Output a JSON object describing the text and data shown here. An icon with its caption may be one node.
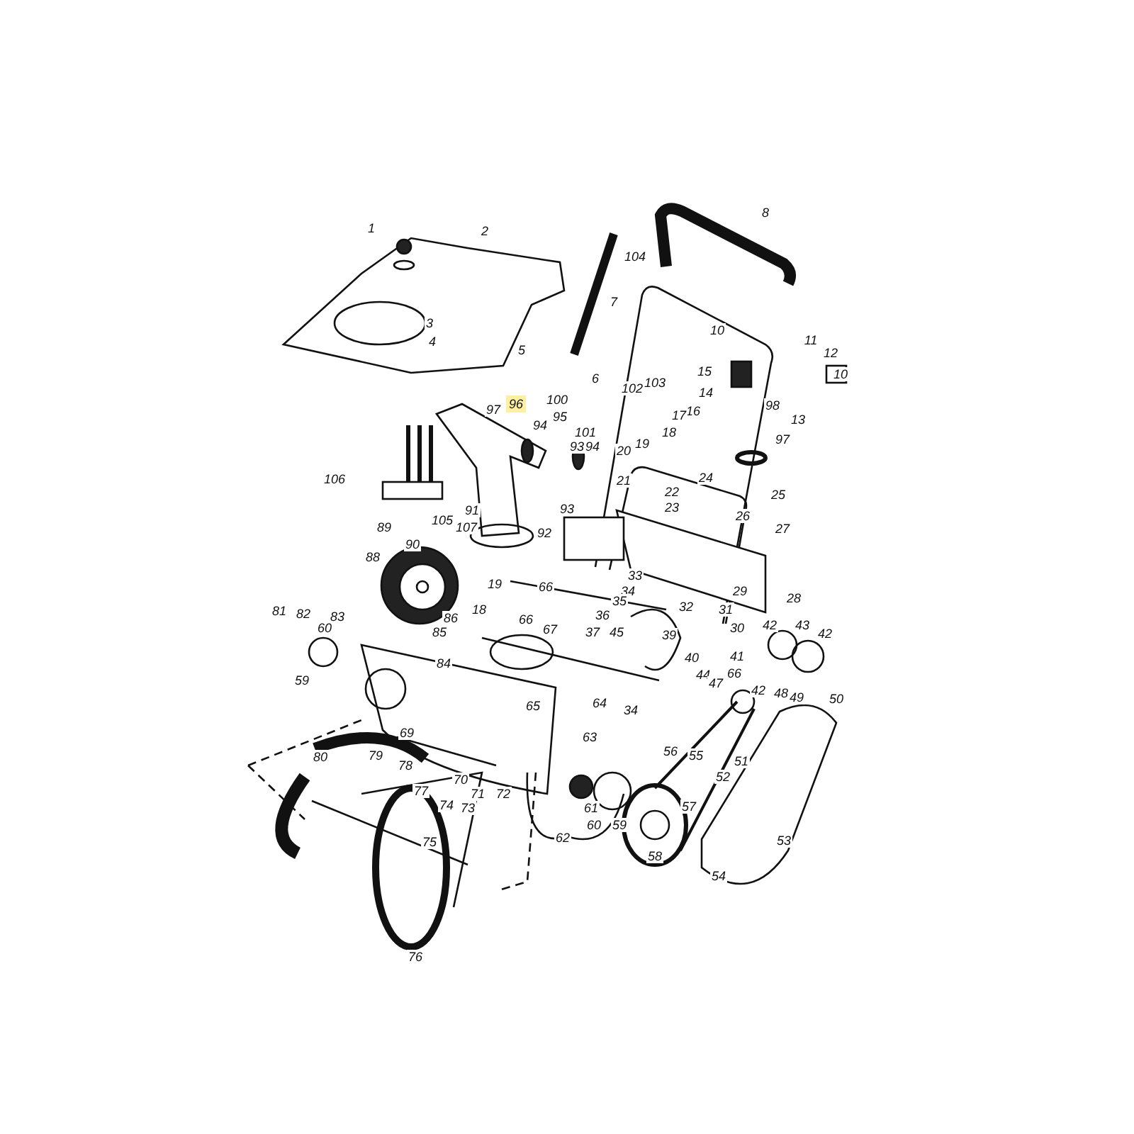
{
  "diagram": {
    "labels": [
      "1",
      "2",
      "104",
      "8",
      "7",
      "3",
      "10",
      "11",
      "4",
      "5",
      "12",
      "15",
      "10",
      "6",
      "103",
      "102",
      "14",
      "100",
      "96",
      "98",
      "97",
      "16",
      "95",
      "17",
      "94",
      "101",
      "93",
      "94",
      "13",
      "18",
      "97",
      "19",
      "20",
      "106",
      "21",
      "24",
      "22",
      "25",
      "23",
      "93",
      "91",
      "26",
      "89",
      "27",
      "105",
      "107",
      "92",
      "90",
      "88",
      "33",
      "19",
      "66",
      "34",
      "29",
      "28",
      "35",
      "32",
      "31",
      "18",
      "81",
      "82",
      "36",
      "83",
      "86",
      "66",
      "42",
      "43",
      "60",
      "30",
      "67",
      "85",
      "45",
      "37",
      "42",
      "39",
      "40",
      "41",
      "84",
      "44",
      "66",
      "59",
      "47",
      "42",
      "48",
      "49",
      "50",
      "64",
      "65",
      "34",
      "69",
      "63",
      "56",
      "55",
      "79",
      "80",
      "51",
      "78",
      "52",
      "70",
      "77",
      "71",
      "72",
      "74",
      "57",
      "61",
      "73",
      "60",
      "59",
      "62",
      "53",
      "75",
      "58",
      "54",
      "76"
    ]
  }
}
